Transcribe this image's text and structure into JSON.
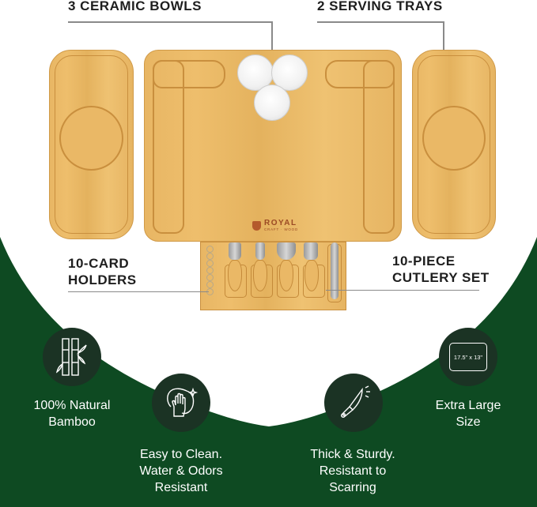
{
  "callouts": {
    "bowls": "3 CERAMIC BOWLS",
    "trays": "2 SERVING TRAYS",
    "card_holders_line1": "10-CARD",
    "card_holders_line2": "HOLDERS",
    "cutlery_line1": "10-PIECE",
    "cutlery_line2": "CUTLERY SET"
  },
  "brand": {
    "name": "ROYAL",
    "subtitle": "CRAFT · WOOD"
  },
  "features": [
    {
      "icon": "bamboo-icon",
      "line1": "100% Natural",
      "line2": "Bamboo"
    },
    {
      "icon": "cleaning-hand-icon",
      "line1": "Easy to Clean.",
      "line2": "Water & Odors",
      "line3": "Resistant"
    },
    {
      "icon": "knife-icon",
      "line1": "Thick & Sturdy.",
      "line2": "Resistant to",
      "line3": "Scarring"
    },
    {
      "icon": "size-icon",
      "badge": "17.5\" x 13\"",
      "line1": "Extra Large",
      "line2": "Size"
    }
  ],
  "colors": {
    "green": "#0e4a22",
    "icon_circle": "#1b3324",
    "bamboo": "#e8b664",
    "text_dark": "#1e1e1e"
  }
}
